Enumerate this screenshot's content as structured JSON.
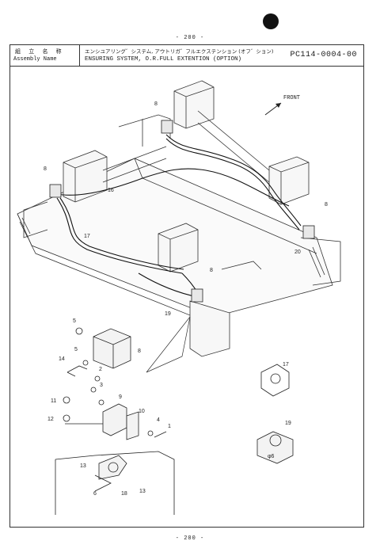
{
  "page": {
    "number_top": "- 200 -",
    "number_bottom": "- 200 -"
  },
  "header": {
    "label_jp": "組 立 名 称",
    "label_en": "Assembly Name",
    "title_jp": "エンシユアリング゛システム, アウトリガ゛フルエクステンション (オフ゛ション)",
    "title_en": "ENSURING SYSTEM, O.R.FULL EXTENTION (OPTION)",
    "code": "PC114-0004-00"
  },
  "drawing": {
    "direction_label": "FRONT",
    "callouts": {
      "c8a": "8",
      "c8b": "8",
      "c8c": "8",
      "c8d": "8",
      "c8e": "8",
      "c16": "16",
      "c17": "17",
      "c20": "20",
      "c19a": "19",
      "c5a": "5",
      "c5b": "5",
      "c14": "14",
      "c2": "2",
      "c3": "3",
      "c9": "9",
      "c11": "11",
      "c12": "12",
      "c10": "10",
      "c4": "4",
      "c1": "1",
      "c13a": "13",
      "c13b": "13",
      "c18": "18",
      "c6": "6",
      "c17b": "17",
      "c19b": "19",
      "cphi": "φ6"
    }
  }
}
